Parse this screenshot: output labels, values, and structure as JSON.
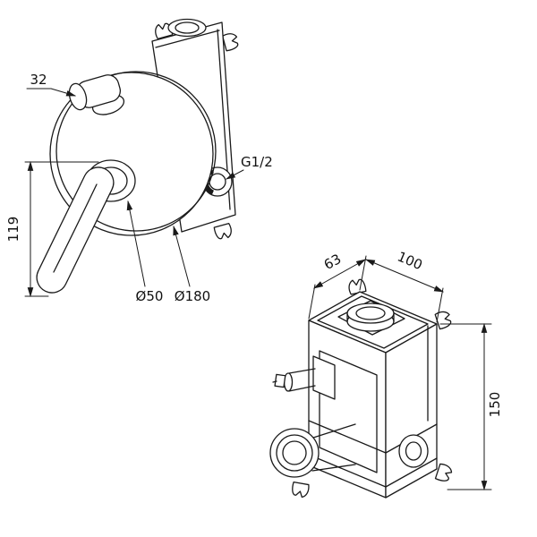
{
  "canvas": {
    "background": "#ffffff",
    "ink": "#1a1a1a",
    "description": "Technical line drawing of a concealed shower mixer: trim front view (plate, lever, diverter knob) and isometric rough-in valve box with dimensions"
  },
  "front_view": {
    "dims": {
      "knob_width": "32",
      "lever_length": "119",
      "knob_plate_diameter": "Ø50",
      "faceplate_diameter": "Ø180",
      "inlet_thread": "G1/2"
    }
  },
  "iso_view": {
    "dims": {
      "depth": "63",
      "width": "100",
      "height": "150"
    }
  }
}
